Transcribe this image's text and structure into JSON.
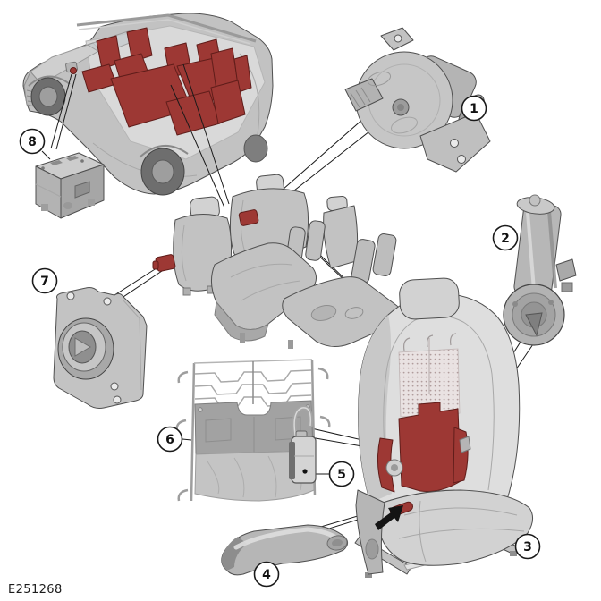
{
  "figure": {
    "code": "E251268"
  },
  "callouts": [
    "1",
    "2",
    "3",
    "4",
    "5",
    "6",
    "7",
    "8"
  ],
  "colors": {
    "highlight": "#9d3834",
    "highlight-dark": "#601d1a",
    "ink": "#1a1a1a",
    "part-light": "#d2d2d2",
    "part-mid": "#c2c2c2",
    "part-dark": "#a6a6a6"
  }
}
